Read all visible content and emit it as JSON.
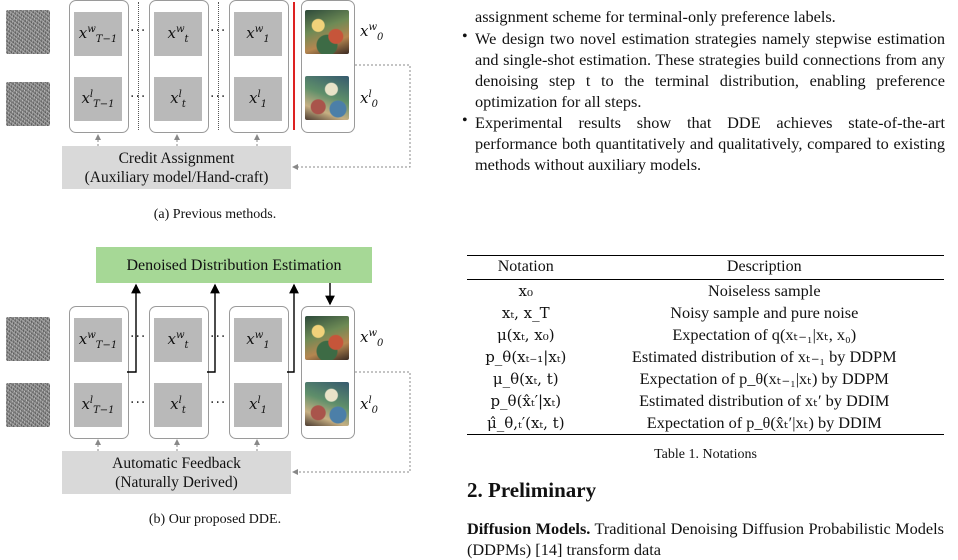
{
  "figure": {
    "top": {
      "rows": [
        {
          "cells": [
            "x_{T-1}^w",
            "x_t^w",
            "x_1^w"
          ],
          "label": "x_0^w"
        },
        {
          "cells": [
            "x_{T-1}^l",
            "x_t^l",
            "x_1^l"
          ],
          "label": "x_0^l"
        }
      ],
      "box_line1": "Credit Assignment",
      "box_line2": "(Auxiliary model/Hand-craft)",
      "caption": "(a) Previous methods."
    },
    "bottom": {
      "green_box": "Denoised Distribution Estimation",
      "box_line1": "Automatic Feedback",
      "box_line2": "(Naturally Derived)",
      "caption": "(b) Our proposed DDE."
    },
    "icons": [
      "noise-image-icon",
      "generated-image-icon"
    ],
    "colors": {
      "highlight_green": "#a6d896",
      "feedback_gray": "#d9d9d9",
      "separator_red": "#d22222"
    }
  },
  "text": {
    "line0": "assignment scheme for terminal-only preference labels.",
    "bullet1": "We design two novel estimation strategies namely stepwise estimation and single-shot estimation. These strategies build connections from any denoising step t to the terminal distribution, enabling preference optimization for all steps.",
    "bullet2": "Experimental results show that DDE achieves state-of-the-art performance both quantitatively and qualitatively, compared to existing methods without auxiliary models."
  },
  "table": {
    "headers": [
      "Notation",
      "Description"
    ],
    "rows": [
      [
        "x₀",
        "Noiseless sample"
      ],
      [
        "xₜ, x_T",
        "Noisy sample and pure noise"
      ],
      [
        "μ(xₜ, x₀)",
        "Expectation of q(xₜ₋₁|xₜ, x₀)"
      ],
      [
        "p_θ(xₜ₋₁|xₜ)",
        "Estimated distribution of xₜ₋₁ by DDPM"
      ],
      [
        "μ_θ(xₜ, t)",
        "Expectation of p_θ(xₜ₋₁|xₜ) by DDPM"
      ],
      [
        "p_θ(x̂ₜ′|xₜ)",
        "Estimated distribution of xₜ′ by DDIM"
      ],
      [
        "μ̂_θ,ₜ′(xₜ, t)",
        "Expectation of p_θ(x̂ₜ′|xₜ) by DDIM"
      ]
    ],
    "caption": "Table 1. Notations"
  },
  "section": {
    "title": "2. Preliminary",
    "para_bold": "Diffusion Models.",
    "para_text": "Traditional Denoising Diffusion Probabilistic Models (DDPMs) [14] transform data"
  }
}
